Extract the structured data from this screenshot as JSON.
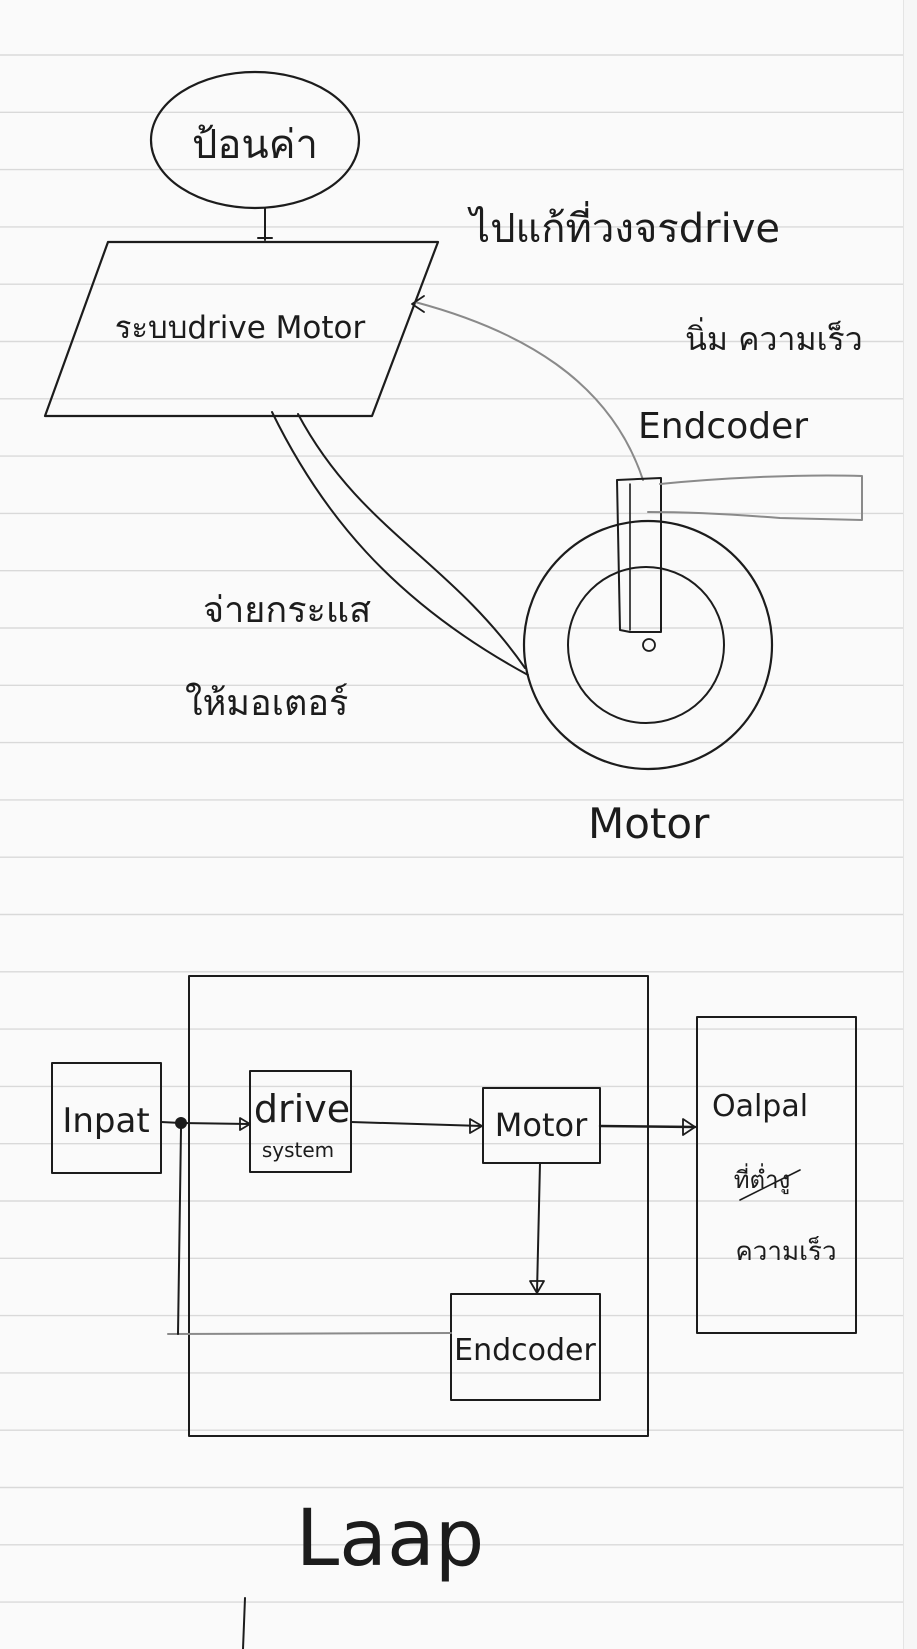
{
  "paper": {
    "line_color": "#d9d9d9",
    "ink_color": "#1c1c1c",
    "faint_ink_color": "#8a8a8a",
    "background": "#fafafa"
  },
  "sketch": {
    "start_oval_label": "ป้อนค่า",
    "drive_box_label": "ระบบdrive Motor",
    "feedback_note": "ไปแก้ที่วงจรdrive",
    "speed_note": "นิ่ม ความเร็ว",
    "encoder_label": "Endcoder",
    "current_note_line1": "จ่ายกระแส",
    "current_note_line2": "ให้มอเตอร์",
    "motor_label": "Motor"
  },
  "block_diagram": {
    "input_label": "Inpat",
    "drive_label": "drive",
    "drive_sublabel": "system",
    "motor_label": "Motor",
    "encoder_label": "Endcoder",
    "output_line1": "Oalpal",
    "output_line2": "ที่ต่ำงู",
    "output_line3": "ความเร็ว",
    "caption": "Laap"
  }
}
